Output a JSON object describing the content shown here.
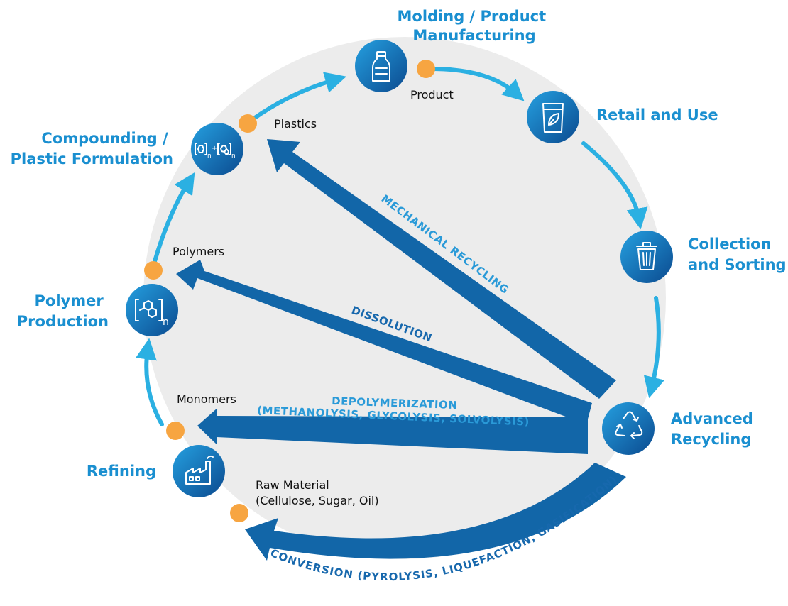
{
  "stages": {
    "molding": {
      "line1": "Molding / Product",
      "line2": "Manufacturing"
    },
    "retail": {
      "line1": "Retail and Use"
    },
    "collection": {
      "line1": "Collection",
      "line2": "and Sorting"
    },
    "advanced": {
      "line1": "Advanced",
      "line2": "Recycling"
    },
    "refining": {
      "line1": "Refining"
    },
    "polymer": {
      "line1": "Polymer",
      "line2": "Production"
    },
    "compounding": {
      "line1": "Compounding /",
      "line2": "Plastic Formulation"
    }
  },
  "materials": {
    "product": "Product",
    "plastics": "Plastics",
    "polymers": "Polymers",
    "monomers": "Monomers",
    "raw_line1": "Raw Material",
    "raw_line2": "(Cellulose, Sugar, Oil)"
  },
  "routes": {
    "mechanical": "MECHANICAL RECYCLING",
    "dissolution": "DISSOLUTION",
    "depoly_line1": "DEPOLYMERIZATION",
    "depoly_line2": "(METHANOLYSIS, GLYCOLYSIS, SOLVOLYSIS)",
    "conversion": "CONVERSION (PYROLYSIS, LIQUEFACTION, GASIFICATION)"
  },
  "icon_text": {
    "subscript": "n",
    "plus": "+"
  },
  "colors": {
    "cycle_arrow": "#2bb0e2",
    "route_arrow": "#1266a8",
    "node_dot": "#f7a541",
    "circle_fill": "#ececec",
    "icon_light": "#1f8fd6",
    "icon_dark": "#0d4e93"
  }
}
